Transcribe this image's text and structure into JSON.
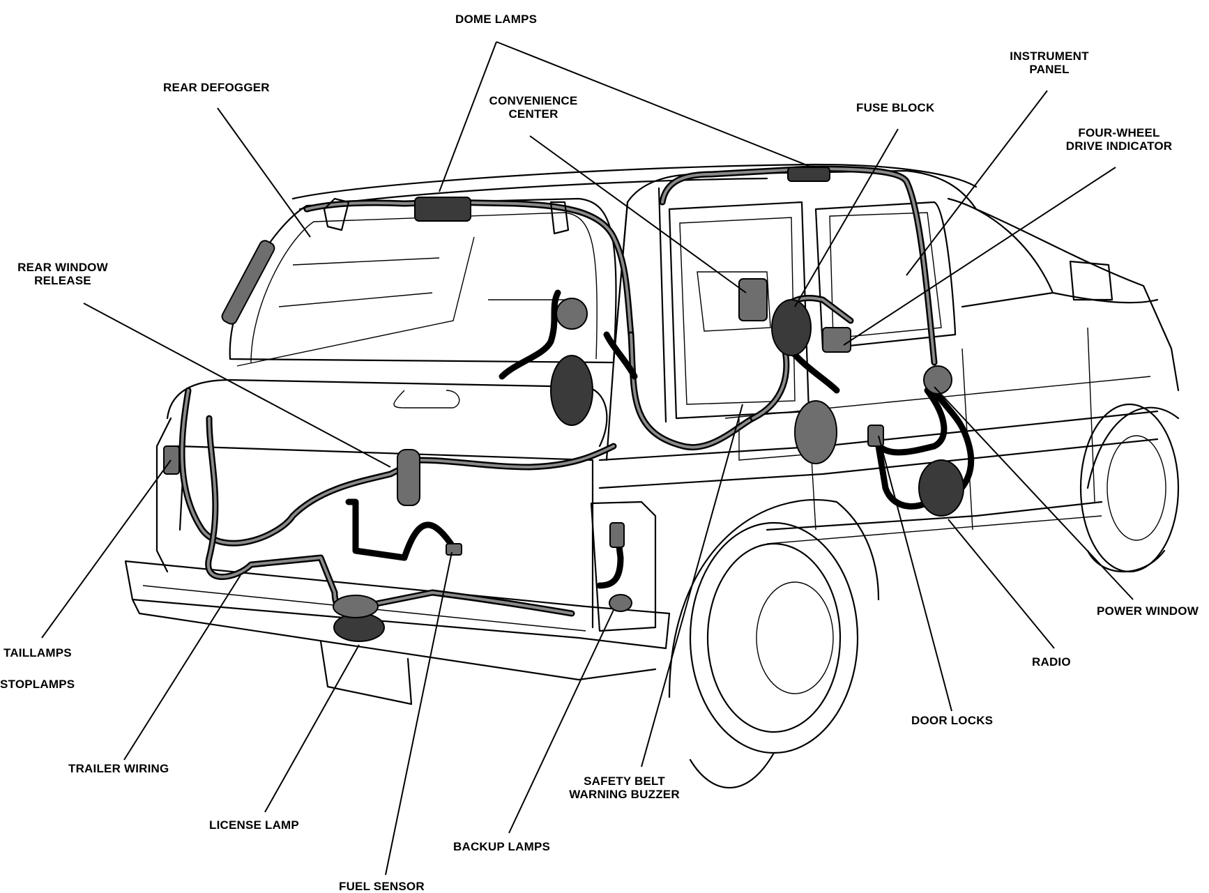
{
  "labels": {
    "dome_lamps": "DOME LAMPS",
    "rear_defogger": "REAR DEFOGGER",
    "convenience_center_1": "CONVENIENCE",
    "convenience_center_2": "CENTER",
    "fuse_block": "FUSE BLOCK",
    "instrument_panel_1": "INSTRUMENT",
    "instrument_panel_2": "PANEL",
    "four_wheel_1": "FOUR-WHEEL",
    "four_wheel_2": "DRIVE INDICATOR",
    "rear_window_release_1": "REAR WINDOW",
    "rear_window_release_2": "RELEASE",
    "power_window": "POWER WINDOW",
    "radio": "RADIO",
    "taillamps": "TAILLAMPS",
    "stoplamps": "STOPLAMPS",
    "door_locks": "DOOR LOCKS",
    "trailer_wiring": "TRAILER WIRING",
    "safety_belt_1": "SAFETY BELT",
    "safety_belt_2": "WARNING BUZZER",
    "license_lamp": "LICENSE LAMP",
    "backup_lamps": "BACKUP LAMPS",
    "fuel_sensor": "FUEL SENSOR"
  }
}
